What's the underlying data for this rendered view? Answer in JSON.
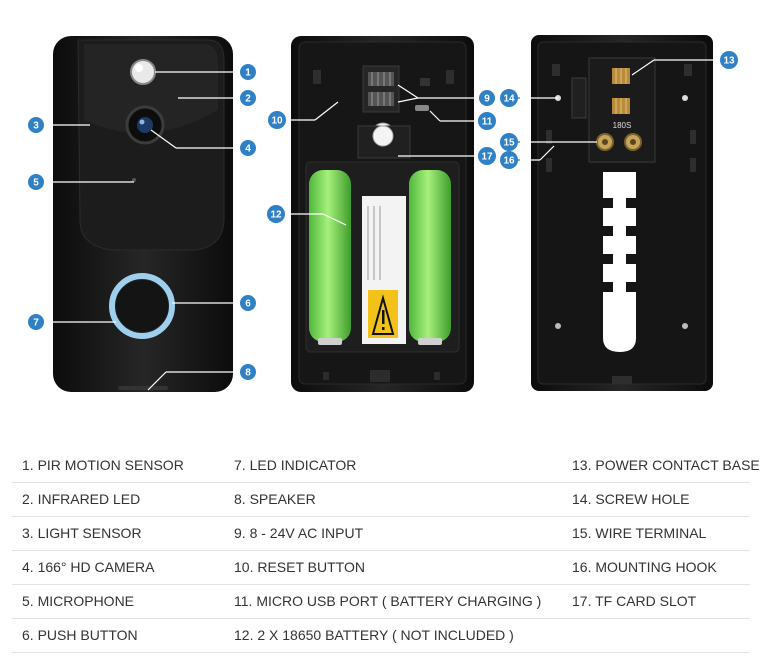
{
  "colors": {
    "callout": "#2f80c4",
    "body": "#141414",
    "battery": "#7ed957",
    "ring": "#9ed0ee"
  },
  "callouts": [
    "1",
    "2",
    "3",
    "4",
    "5",
    "6",
    "7",
    "8",
    "9",
    "10",
    "11",
    "12",
    "13",
    "14",
    "15",
    "16",
    "17"
  ],
  "device_text": {
    "fixing_plate_marking": "180S"
  },
  "legend": {
    "rows": [
      [
        "1. PIR MOTION SENSOR",
        "7. LED INDICATOR",
        "13. POWER CONTACT BASE"
      ],
      [
        "2. INFRARED LED",
        "8. SPEAKER",
        "14. SCREW HOLE"
      ],
      [
        "3. LIGHT SENSOR",
        "9. 8 - 24V AC INPUT",
        "15. WIRE TERMINAL"
      ],
      [
        "4. 166° HD CAMERA",
        "10. RESET BUTTON",
        "16. MOUNTING HOOK"
      ],
      [
        "5. MICROPHONE",
        "11. MICRO USB PORT ( BATTERY CHARGING )",
        "17. TF CARD SLOT"
      ],
      [
        "6. PUSH BUTTON",
        "12. 2 X 18650 BATTERY ( NOT INCLUDED )",
        ""
      ]
    ]
  }
}
